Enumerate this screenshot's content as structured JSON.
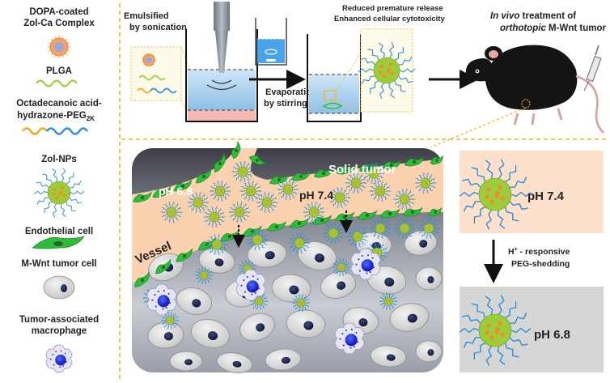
{
  "legend": {
    "dopa": [
      "DOPA-coated",
      "Zol-Ca Complex"
    ],
    "plga": "PLGA",
    "octa_line1": "Octadecanoic acid-",
    "octa_line2_main": "hydrazone-PEG",
    "octa_line2_sub": "2K",
    "zolnps": "Zol-NPs",
    "endothelial": "Endothelial cell",
    "mwnt": "M-Wnt tumor cell",
    "macrophage": [
      "Tumor-associated",
      "macrophage"
    ]
  },
  "process": {
    "emulsified": [
      "Emulsified",
      "by sonication"
    ],
    "evaporation": [
      "Evaporation",
      "by stirring"
    ],
    "reduced": "Reduced premature release",
    "enhanced": "Enhanced cellular cytotoxicity",
    "invivo_italic": "In vivo",
    "invivo_rest": " treatment of",
    "orthotopic_italic": "orthotopic",
    "orthotopic_rest": " M-Wnt tumor"
  },
  "tumor": {
    "solid_tumor": "Solid tumor",
    "ph_outer": "pH 6.8",
    "ph_vessel": "pH 7.4",
    "vessel": "Vessel"
  },
  "ph_panel": {
    "top_ph": "pH 7.4",
    "bottom_ph": "pH 6.8",
    "h_plus": "H",
    "h_sup": "+",
    "responsive": " - responsive",
    "shedding": "PEG-shedding"
  },
  "colors": {
    "divider": "#f2b21a",
    "vessel": "#fbd2b0",
    "endothelial": "#2ebd3a",
    "np_core": "#9ccc3a",
    "peg": "#2d8fd6",
    "panel_peach": "#fce0cc",
    "panel_gray": "#d6d6d6",
    "macrophage": "#1414e0"
  }
}
